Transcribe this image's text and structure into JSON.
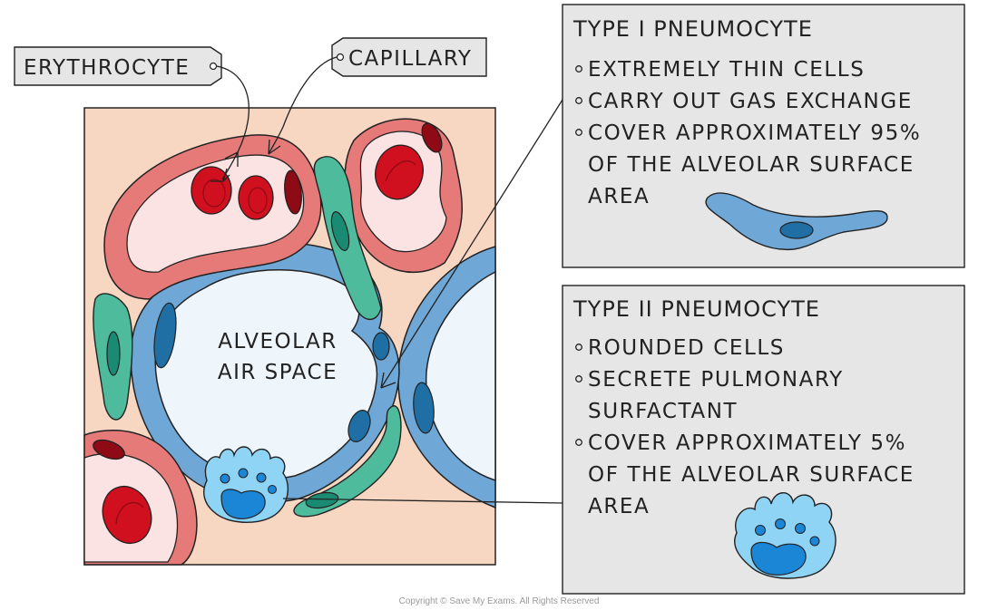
{
  "labels": {
    "erythrocyte": "ERYTHROCYTE",
    "capillary": "CAPILLARY",
    "air_space_line1": "ALVEOLAR",
    "air_space_line2": "AIR SPACE"
  },
  "type1": {
    "title": "TYPE I PNEUMOCYTE",
    "bullet1": "EXTREMELY THIN  CELLS",
    "bullet2": "CARRY  OUT  GAS  EXCHANGE",
    "bullet3_line1": "COVER  APPROXIMATELY  95%",
    "bullet3_line2": "OF  THE  ALVEOLAR  SURFACE",
    "bullet3_line3": "AREA"
  },
  "type2": {
    "title": "TYPE II PNEUMOCYTE",
    "bullet1": "ROUNDED  CELLS",
    "bullet2_line1": "SECRETE  PULMONARY",
    "bullet2_line2": "SURFACTANT",
    "bullet3_line1": "COVER  APPROXIMATELY  5%",
    "bullet3_line2": "OF  THE  ALVEOLAR  SURFACE",
    "bullet3_line3": "AREA"
  },
  "copyright": "Copyright © Save My Exams. All Rights Reserved",
  "colors": {
    "tissue_background": "#f7d6c2",
    "capillary_wall": "#e57a78",
    "capillary_lumen": "#fbe3e3",
    "erythrocyte": "#d0101e",
    "erythrocyte_dark": "#8e0a14",
    "alveolar_wall": "#6fa8d6",
    "air_space": "#eef5fb",
    "nucleus": "#1f6fa4",
    "type2_cell": "#8fd3f5",
    "type2_nucleus": "#1b85d6",
    "interstitial_cell": "#4dbb9c",
    "interstitial_nucleus": "#1b8a73",
    "info_box": "#e6e6e6"
  }
}
